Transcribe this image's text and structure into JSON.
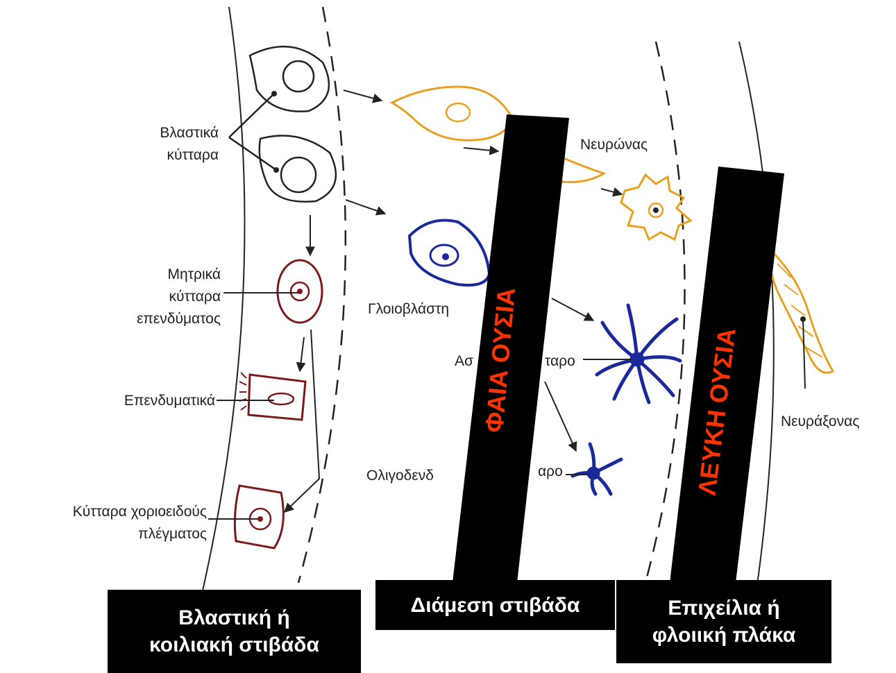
{
  "labels": {
    "stem_cells_1": "Βλαστικά",
    "stem_cells_2": "κύτταρα",
    "neuron": "Νευρώνας",
    "ependymal_mother_1": "Μητρικά",
    "ependymal_mother_2": "κύτταρα",
    "ependymal_mother_3": "επενδύματος",
    "glioblast": "Γλοιοβλάστη",
    "astrocyte_start": "Ασ",
    "astrocyte_end": "ταρο",
    "ependymal": "Επενδυματικά",
    "oligodendrocyte_start": "Ολιγοδενδ",
    "oligodendrocyte_end": "αρο",
    "choroid_1": "Κύτταρα χοριοειδούς",
    "choroid_2": "πλέγματος",
    "axon": "Νευράξονας"
  },
  "overlays": {
    "grey_matter": "ΦΑΙΑ ΟΥΣΙΑ",
    "white_matter": "ΛΕΥΚΗ ΟΥΣΙΑ"
  },
  "zones": {
    "ventricular_1": "Βλαστική ή",
    "ventricular_2": "κοιλιακή στιβάδα",
    "intermediate": "Διάμεση στιβάδα",
    "marginal_1": "Επιχείλια ή",
    "marginal_2": "φλοιική πλάκα"
  },
  "colors": {
    "neuron": "#e8a020",
    "glia": "#1a2a9a",
    "ependyma": "#7a1a1a",
    "overlay_text": "#ff3300",
    "line": "#222222"
  }
}
